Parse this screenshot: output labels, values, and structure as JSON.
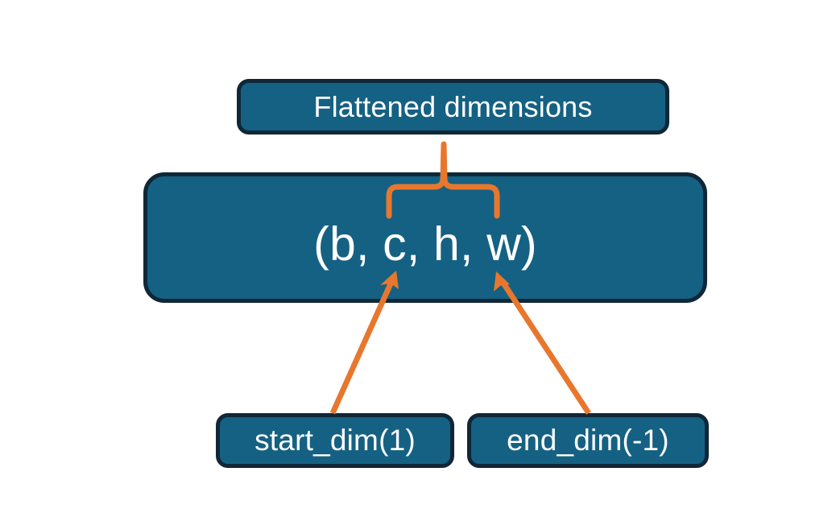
{
  "diagram": {
    "title_node": {
      "label": "Flattened dimensions"
    },
    "shape_node": {
      "label": "(b, c, h, w)",
      "dims": [
        "b",
        "c",
        "h",
        "w"
      ]
    },
    "argument_nodes": [
      {
        "label": "start_dim(1)",
        "name": "start_dim",
        "value": "1"
      },
      {
        "label": "end_dim(-1)",
        "name": "end_dim",
        "value": "-1"
      }
    ],
    "annotations": {
      "brace_label": "brace-spanning-c-to-w",
      "start_arrow_label": "arrow-start-dim-to-c",
      "end_arrow_label": "arrow-end-dim-to-w"
    },
    "colors": {
      "node_fill": "#156183",
      "node_border": "#102737",
      "node_text": "#FFFFFF",
      "accent": "#E8772E",
      "background": "#FFFFFF"
    }
  }
}
